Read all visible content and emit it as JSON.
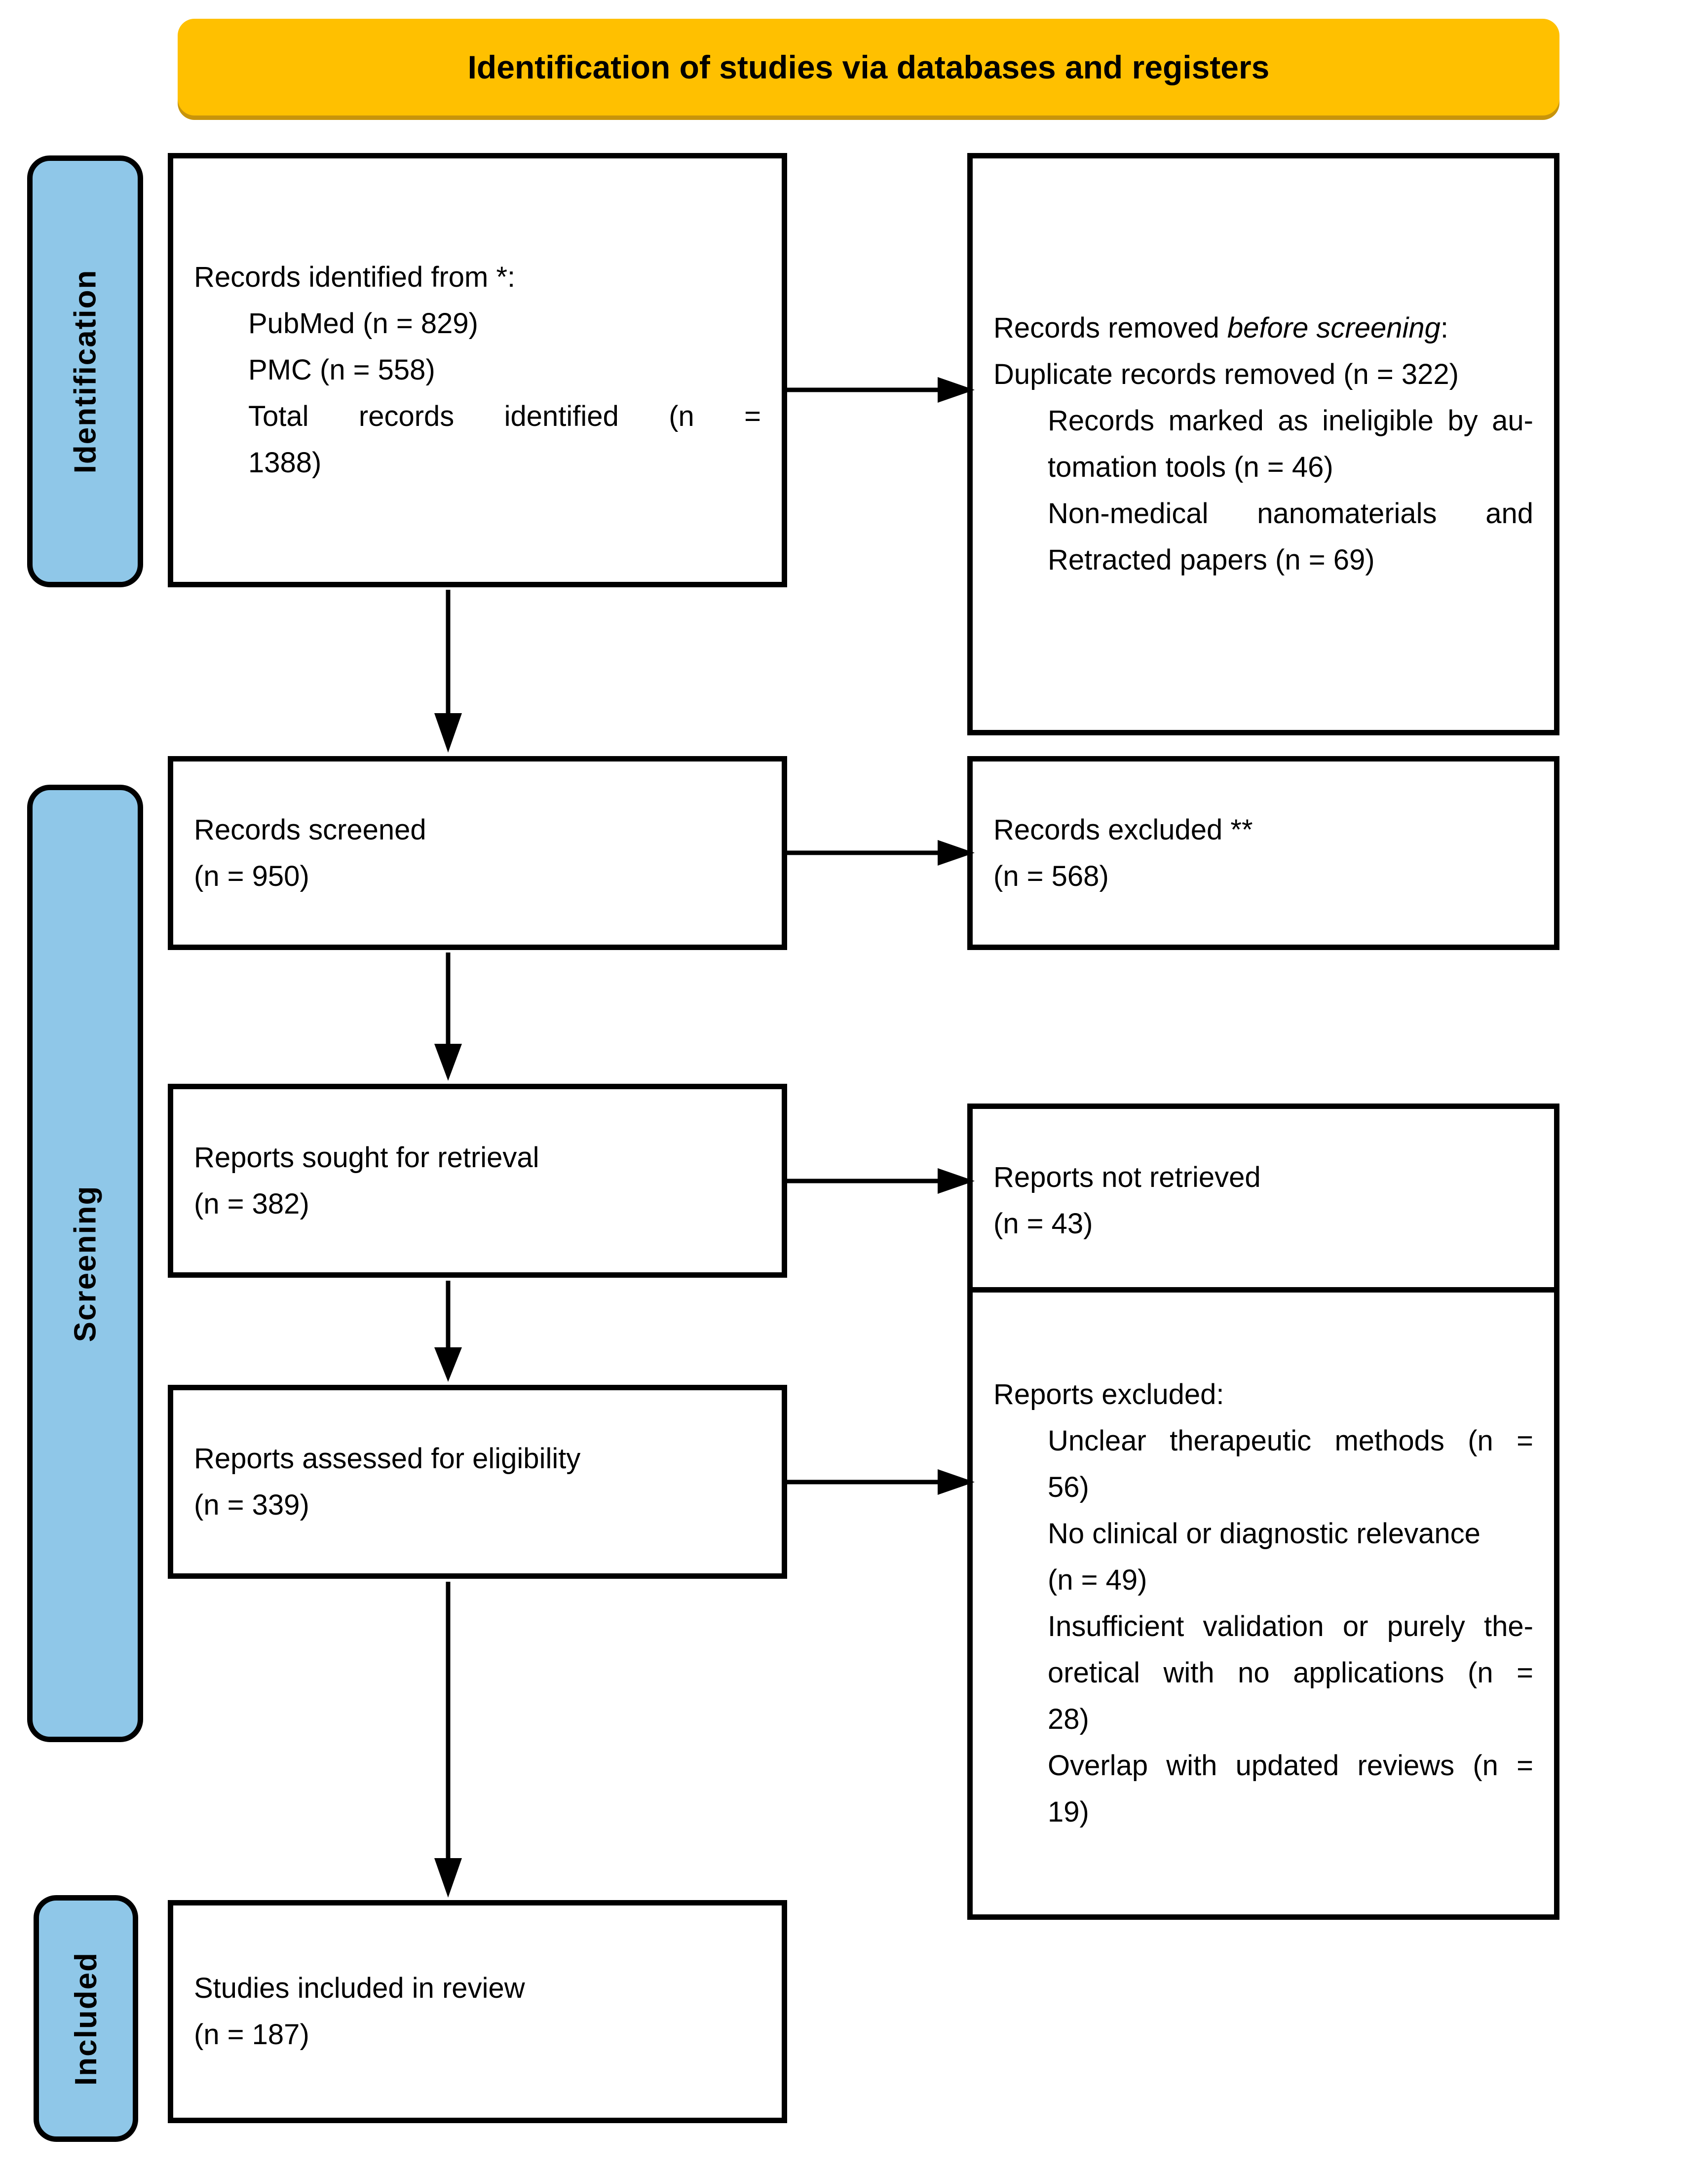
{
  "banner": {
    "title": "Identification of studies via databases and registers",
    "background_color": "#FFC000",
    "shadow_color": "#C8940B"
  },
  "stages": {
    "accent_color": "#8FC7E8",
    "identification": "Identification",
    "screening": "Screening",
    "included": "Included"
  },
  "boxes": {
    "identified": {
      "line1": "Records identified from *:",
      "line2": "PubMed (n = 829)",
      "line3": "PMC (n = 558)",
      "line4": "Total records identified (n =",
      "line5": "1388)"
    },
    "removed": {
      "line1_prefix": "Records removed ",
      "line1_italic": "before screening",
      "line1_suffix": ":",
      "line2": "Duplicate records removed (n = 322)",
      "line3": "Records marked as ineligible by au-",
      "line4": "tomation tools (n = 46)",
      "line5": "Non-medical nanomaterials and",
      "line6": "Retracted papers (n = 69)"
    },
    "screened": {
      "line1": "Records screened",
      "line2": "(n = 950)"
    },
    "excluded": {
      "line1": "Records excluded **",
      "line2": "(n = 568)"
    },
    "sought": {
      "line1": "Reports sought for retrieval",
      "line2": "(n = 382)"
    },
    "not_retrieved": {
      "line1": "Reports not retrieved",
      "line2": "(n = 43)"
    },
    "assessed": {
      "line1": "Reports assessed for eligibility",
      "line2": "(n = 339)"
    },
    "reports_excluded": {
      "line1": "Reports excluded:",
      "line2": "Unclear therapeutic methods (n =",
      "line3": "56)",
      "line4": "No clinical or diagnostic relevance",
      "line5": "(n = 49)",
      "line6": "Insufficient validation or purely the-",
      "line7": "oretical with no applications (n =",
      "line8": "28)",
      "line9": "Overlap with updated reviews (n =",
      "line10": "19)"
    },
    "included": {
      "line1": "Studies included in review",
      "line2": "(n = 187)"
    }
  },
  "counts": {
    "pubmed": 829,
    "pmc": 558,
    "total_identified": 1388,
    "duplicates_removed": 322,
    "ineligible_automation": 46,
    "non_medical_and_retracted": 69,
    "records_screened": 950,
    "records_excluded": 568,
    "reports_sought": 382,
    "reports_not_retrieved": 43,
    "reports_assessed": 339,
    "unclear_methods": 56,
    "no_clinical_relevance": 49,
    "insufficient_validation": 28,
    "overlap_updated_reviews": 19,
    "studies_included": 187
  }
}
